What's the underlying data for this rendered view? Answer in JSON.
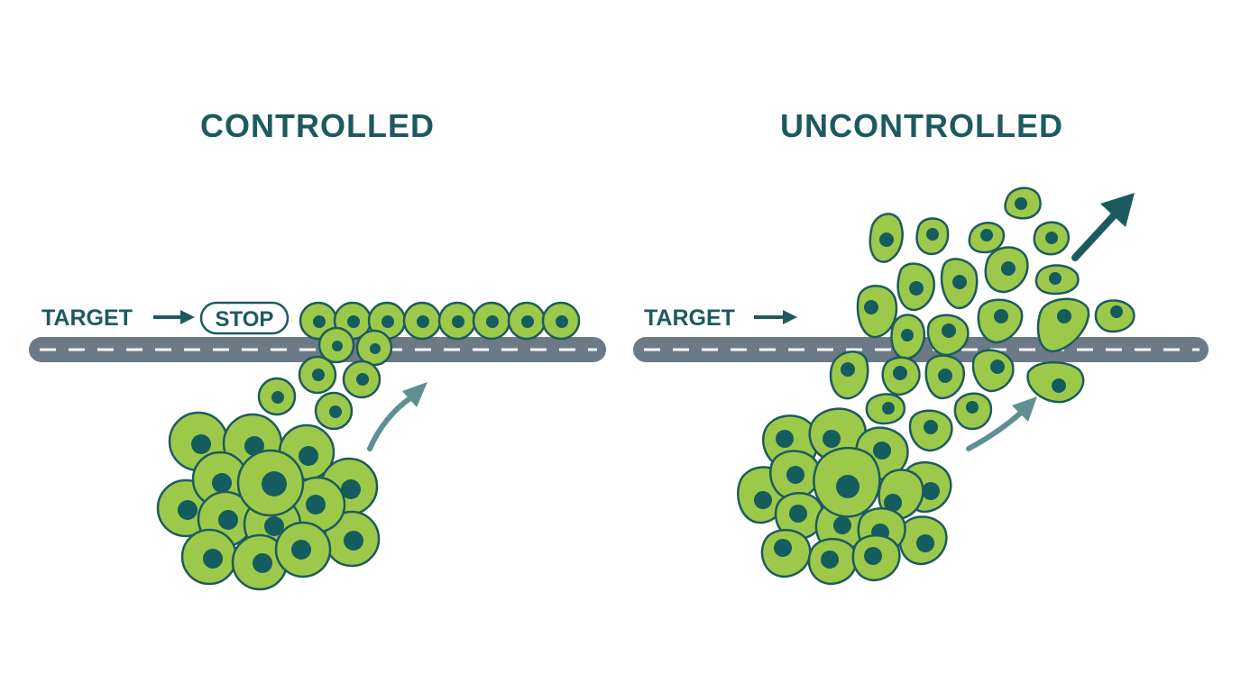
{
  "panels": [
    {
      "id": "controlled",
      "title": "CONTROLLED",
      "road_label": "TARGET",
      "badge": "STOP"
    },
    {
      "id": "uncontrolled",
      "title": "UNCONTROLLED",
      "road_label": "TARGET"
    }
  ],
  "colors": {
    "cell_fill": "#9dc94a",
    "cell_outline": "#1d5a5e",
    "nucleus": "#155c5e",
    "text": "#1d5a5e",
    "road": "#6b7a86",
    "lane_marking": "#ffffff",
    "arrow_light": "#5e8f92"
  },
  "icons": [
    "right-arrow-icon",
    "growth-arrow-icon"
  ]
}
